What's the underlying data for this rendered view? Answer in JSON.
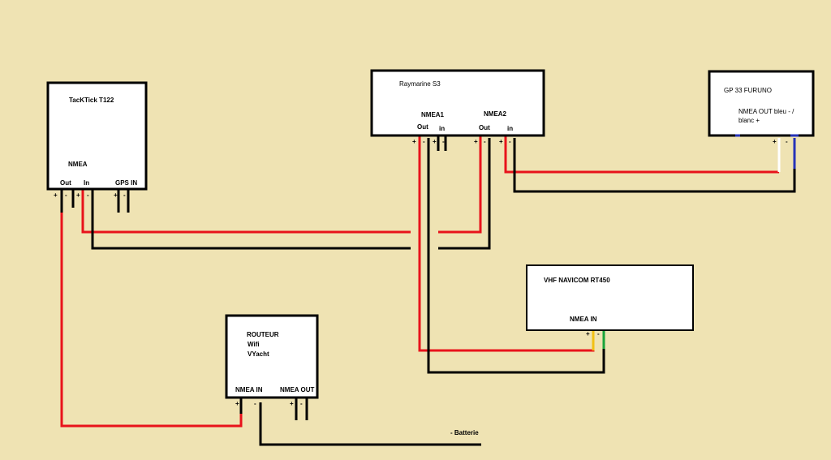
{
  "devices": {
    "tacktick": {
      "name": "TacKTick T122",
      "nmea_label": "NMEA",
      "out_label": "Out",
      "in_label": "In",
      "gps_in_label": "GPS IN"
    },
    "raymarine": {
      "name": "Raymarine S3",
      "nmea1_label": "NMEA1",
      "nmea2_label": "NMEA2",
      "out1_label": "Out",
      "in1_label": "in",
      "out2_label": "Out",
      "in2_label": "in"
    },
    "furuno": {
      "name": "GP 33 FURUNO",
      "nmea_out_line1": "NMEA OUT bleu - /",
      "nmea_out_line2": "blanc +"
    },
    "vhf": {
      "name": "VHF NAVICOM RT450",
      "nmea_in_label": "NMEA IN"
    },
    "routeur": {
      "line1": "ROUTEUR",
      "line2": "Wifi",
      "line3": "VYacht",
      "nmea_in_label": "NMEA IN",
      "nmea_out_label": "NMEA OUT"
    }
  },
  "terminals": {
    "plus": "+",
    "minus": "-"
  },
  "battery_label": "- Batterie",
  "colors": {
    "background": "#efe3b3",
    "box_fill": "#ffffff",
    "wire_positive": "#e8131b",
    "wire_negative": "#000000",
    "wire_blue": "#2633b8",
    "wire_white": "#ffffff",
    "wire_yellow": "#f2c014",
    "wire_green": "#1aa33a"
  }
}
